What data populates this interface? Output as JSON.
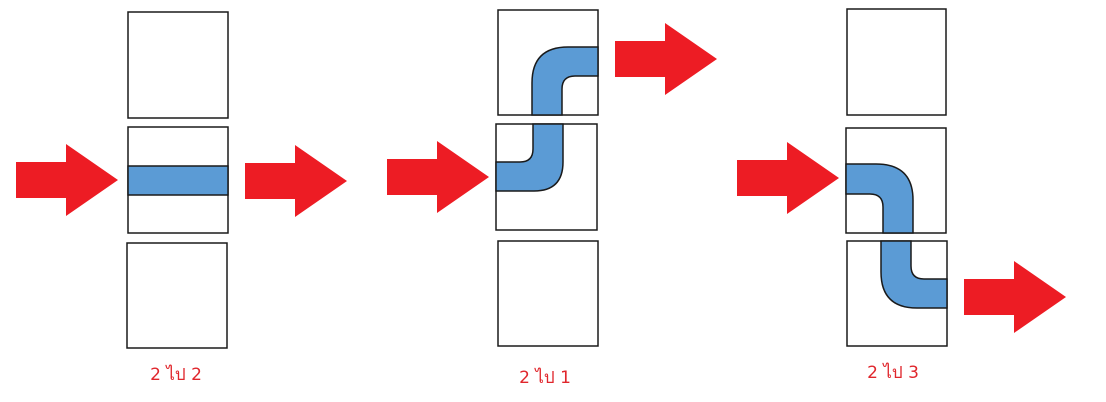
{
  "colors": {
    "arrow": "#ED1C24",
    "pipe_fill": "#5B9BD5",
    "pipe_stroke": "#1A1A1A",
    "tile_stroke": "#1A1A1A",
    "caption": "#E0262C"
  },
  "panels": [
    {
      "caption": "2 ไป 2",
      "entry_row": 2,
      "exit_row": 2
    },
    {
      "caption": "2 ไป 1",
      "entry_row": 2,
      "exit_row": 1
    },
    {
      "caption": "2 ไป 3",
      "entry_row": 2,
      "exit_row": 3
    }
  ]
}
